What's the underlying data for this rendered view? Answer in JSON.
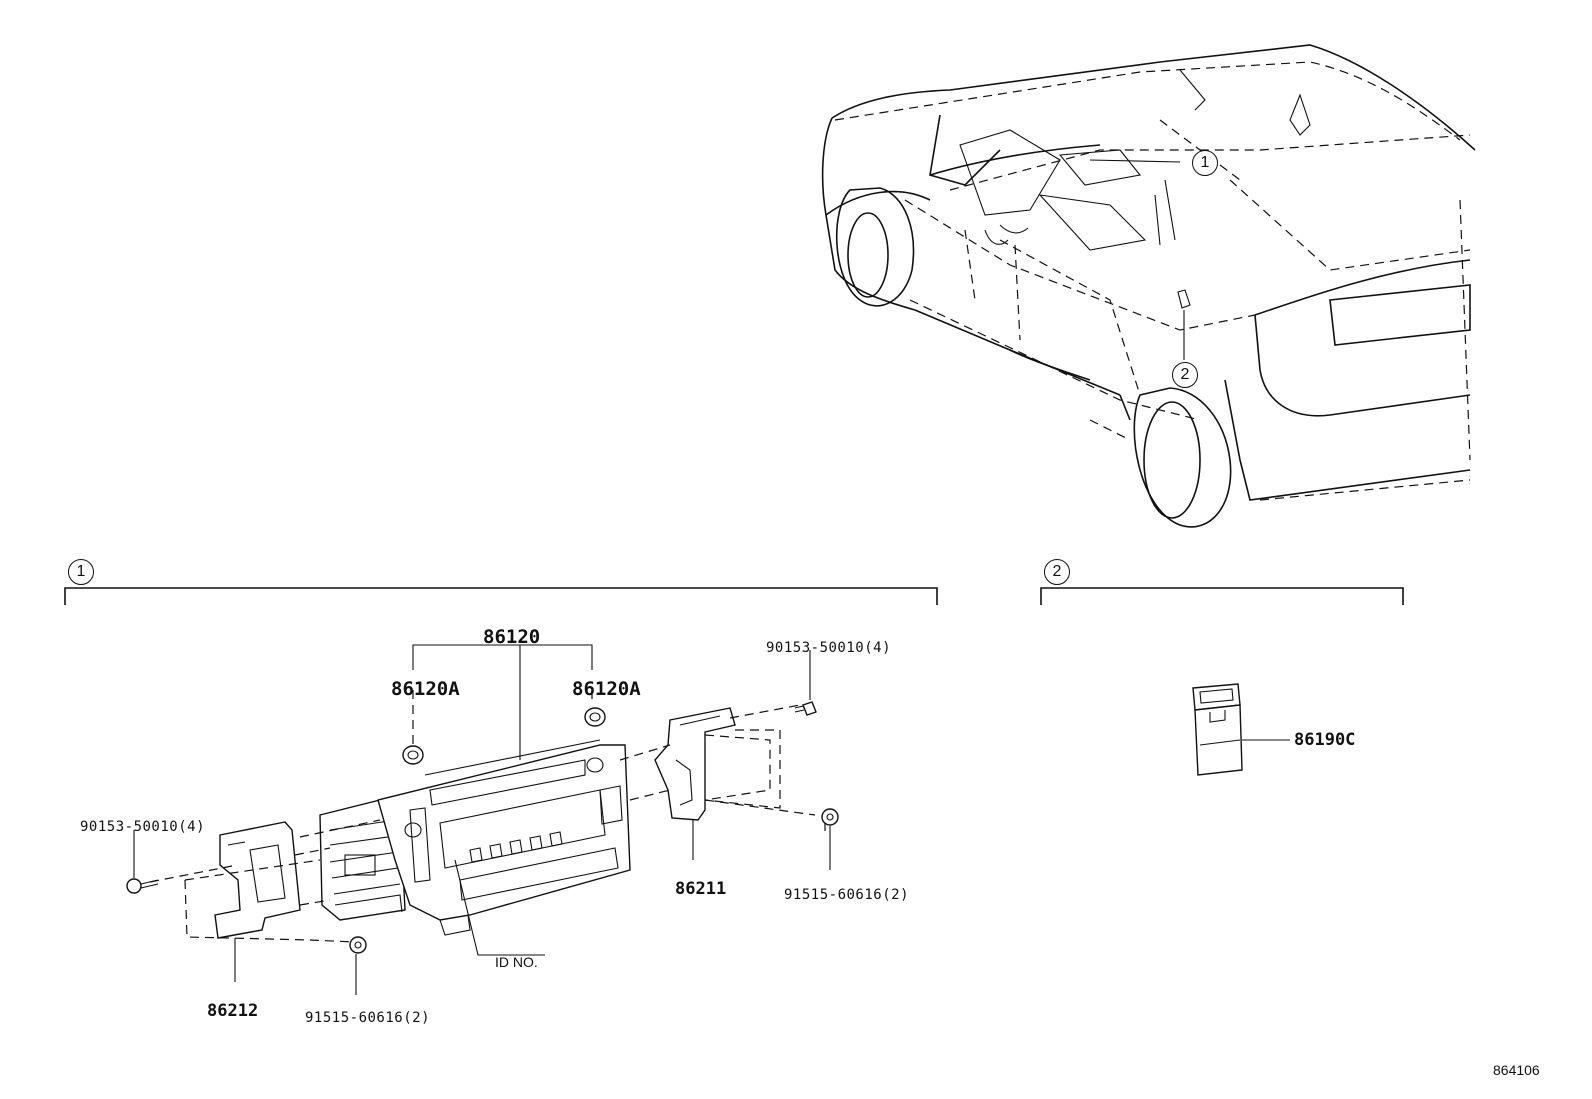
{
  "callouts": {
    "one": "1",
    "two": "2"
  },
  "parts": {
    "p86120": "86120",
    "p86120A_left": "86120A",
    "p86120A_right": "86120A",
    "p90153_top": "90153-50010(4)",
    "p90153_left": "90153-50010(4)",
    "p86211": "86211",
    "p86212": "86212",
    "p91515_right": "91515-60616(2)",
    "p91515_bottom": "91515-60616(2)",
    "p86190C": "86190C",
    "id_no": "ID NO."
  },
  "diagram_number": "864106"
}
